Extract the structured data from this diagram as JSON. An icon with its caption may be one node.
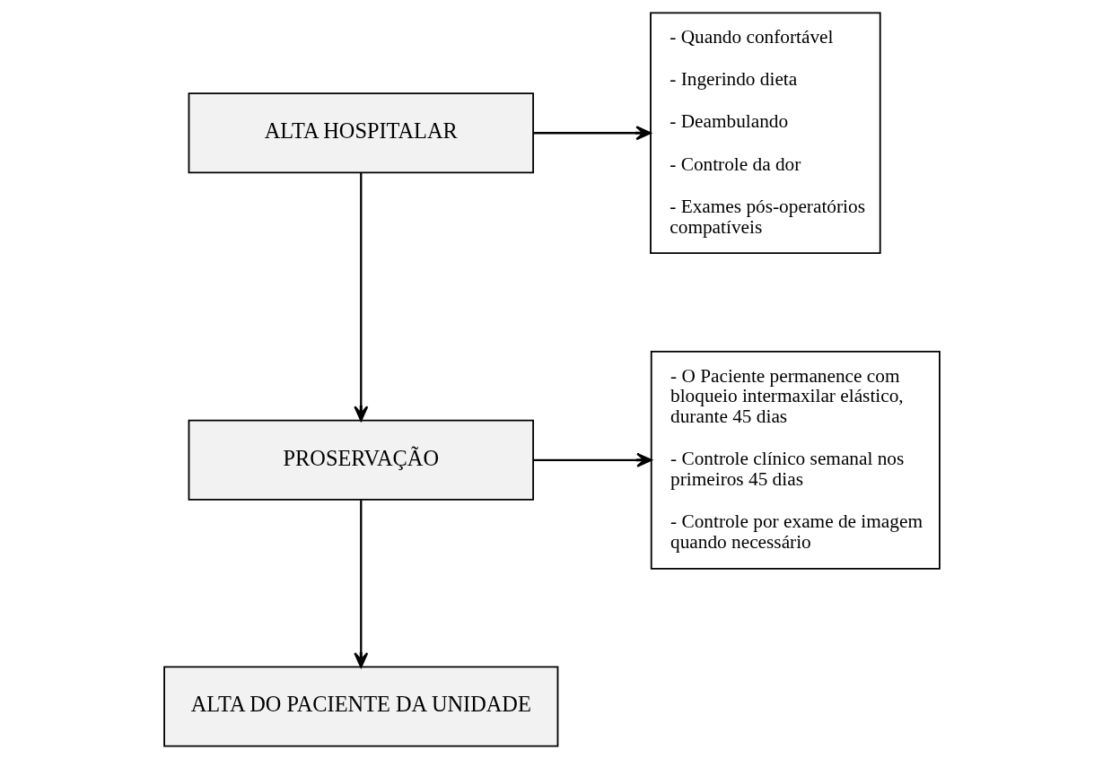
{
  "diagram": {
    "nodes": [
      {
        "text": [
          "ALTA HOSPITALAR"
        ]
      },
      {
        "text": [
          "- Quando confortável",
          "- Ingerindo dieta",
          "- Deambulando",
          "- Controle da dor",
          "- Exames pós-operatórios compatíveis"
        ]
      },
      {
        "text": [
          "PROSERVAÇÃO"
        ]
      },
      {
        "text": [
          "- O Paciente permanence com bloqueio intermaxilar elástico, durante 45 dias",
          "- Controle clínico semanal nos primeiros 45 dias",
          "- Controle por exame de imagem quando necessário"
        ]
      },
      {
        "text": [
          "ALTA DO PACIENTE DA UNIDADE"
        ]
      }
    ],
    "edges": [
      {
        "from": 0,
        "to": 1,
        "arrow": "to"
      },
      {
        "from": 0,
        "to": 2,
        "arrow": "to"
      },
      {
        "from": 2,
        "to": 3,
        "arrow": "to"
      },
      {
        "from": 2,
        "to": 4,
        "arrow": "to"
      }
    ]
  }
}
